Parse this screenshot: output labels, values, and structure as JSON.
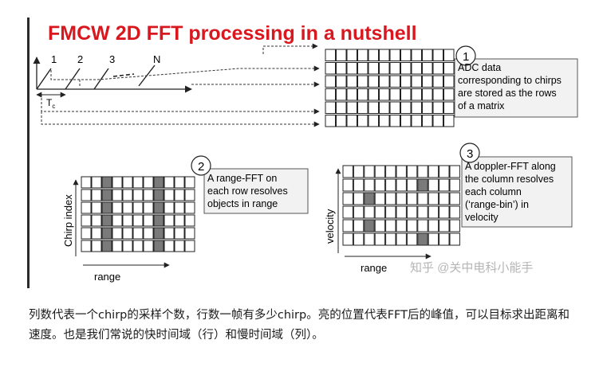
{
  "slide": {
    "title": "FMCW 2D FFT processing in a nutshell",
    "chirp_labels": [
      "1",
      "2",
      "3",
      "N"
    ],
    "tc_label": "T",
    "tc_sub": "c",
    "step1": {
      "number": "1",
      "lines": [
        "ADC data",
        "corresponding to chirps",
        "are stored as the rows",
        "of a matrix"
      ]
    },
    "step2": {
      "number": "2",
      "lines": [
        "A range-FFT on",
        "each row resolves",
        "objects in range"
      ]
    },
    "step3": {
      "number": "3",
      "lines": [
        "A doppler-FFT along",
        "the column resolves",
        "each column",
        "(‘range-bin’) in",
        "velocity"
      ]
    },
    "axis_chirp_index": "Chirp index",
    "axis_range_2": "range",
    "axis_velocity": "velocity",
    "axis_range_3": "range",
    "watermark": "知乎 @关中电科小能手",
    "colors": {
      "title": "#d9171f",
      "highlight": "#7a7a7a",
      "callout_bg": "#f2f2f2"
    }
  },
  "caption": "列数代表一个chirp的采样个数，行数一帧有多少chirp。亮的位置代表FFT后的峰值，可以目标求出距离和速度。也是我们常说的快时间域（行）和慢时间域（列）。"
}
